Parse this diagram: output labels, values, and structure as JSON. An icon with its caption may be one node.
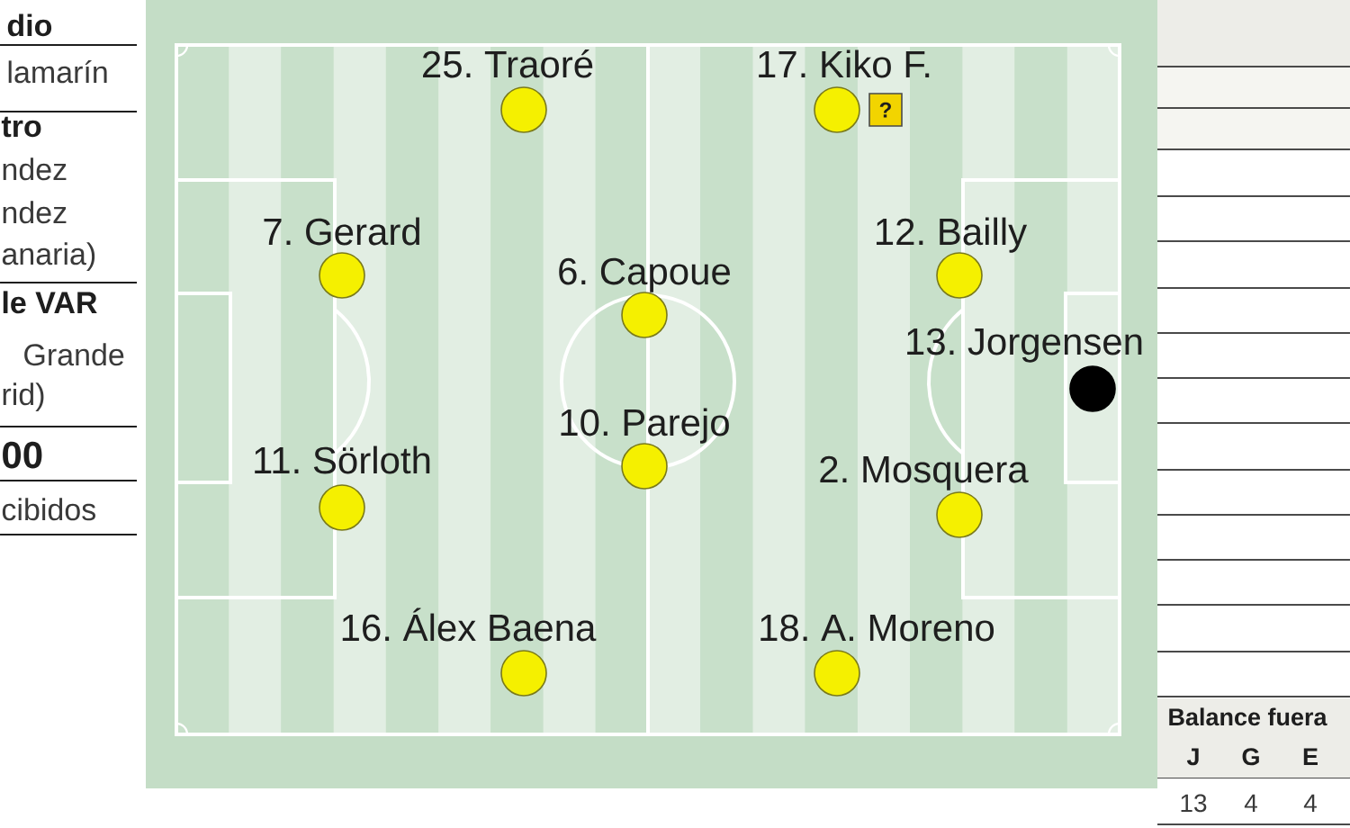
{
  "diagram": {
    "nodes": [
      {
        "text": [
          "25. Traoré"
        ]
      },
      {
        "text": [
          "17. Kiko F."
        ],
        "beside": [
          "?"
        ]
      },
      {
        "text": [
          "7. Gerard"
        ]
      },
      {
        "text": [
          "12. Bailly"
        ]
      },
      {
        "text": [
          "6. Capoue"
        ]
      },
      {
        "text": [
          "13. Jorgensen"
        ]
      },
      {
        "text": [
          "10. Parejo"
        ]
      },
      {
        "text": [
          "11. Sörloth"
        ]
      },
      {
        "text": [
          "2. Mosquera"
        ]
      },
      {
        "text": [
          "16. Álex Baena"
        ]
      },
      {
        "text": [
          "18. A. Moreno"
        ]
      }
    ],
    "labels": [
      "dio",
      "lamarín",
      "tro",
      "ndez",
      "ndez",
      "anaria)",
      "le VAR",
      "Grande",
      "rid)",
      "00",
      "cibidos",
      "Balance fuera",
      "J",
      "G",
      "E",
      "13",
      "4",
      "4"
    ]
  }
}
